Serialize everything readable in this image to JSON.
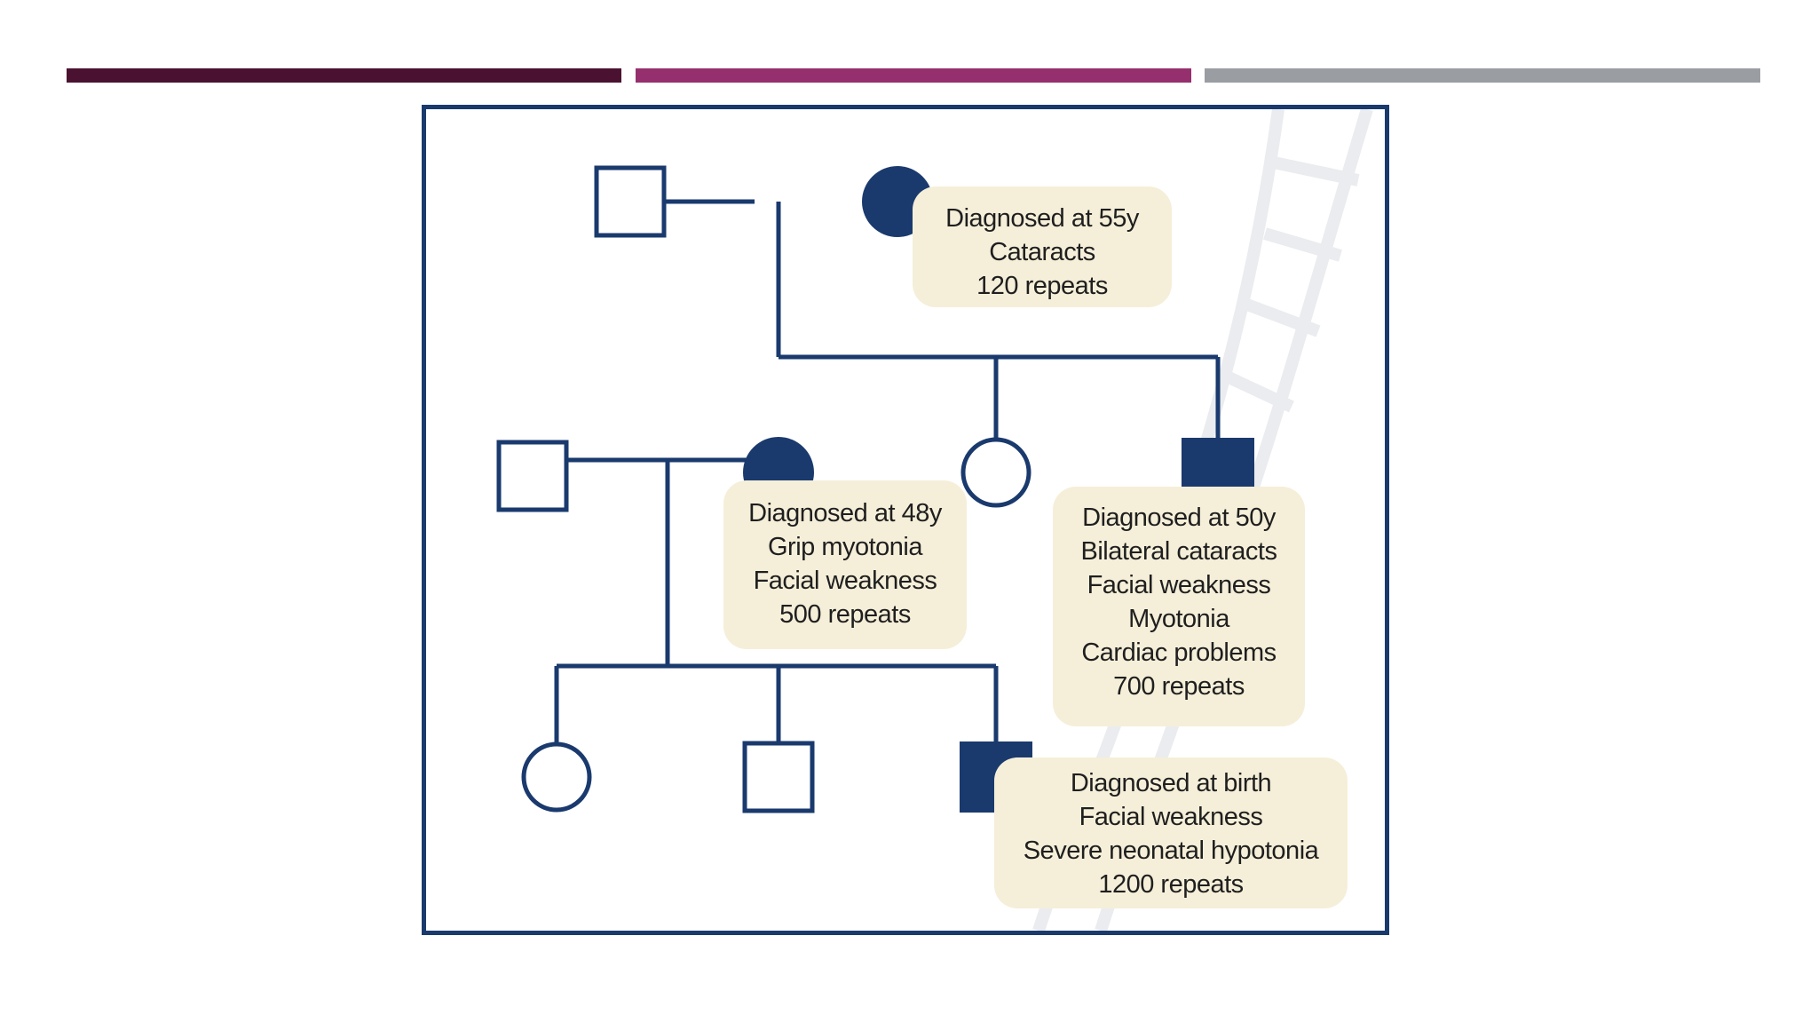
{
  "colors": {
    "bar_1": "#4a1230",
    "bar_2": "#962f6d",
    "bar_3": "#9a9ea3",
    "pedigree_blue": "#1a3a6e",
    "note_background": "#f5efd9"
  },
  "pedigree": {
    "generation_1": {
      "father": {
        "symbol": "square",
        "affected": false
      },
      "mother": {
        "symbol": "circle",
        "affected": true,
        "notes": [
          "Diagnosed at 55y",
          "Cataracts",
          "120 repeats"
        ]
      }
    },
    "generation_2": {
      "spouse": {
        "symbol": "square",
        "affected": false
      },
      "daughter": {
        "symbol": "circle",
        "affected": true,
        "notes": [
          "Diagnosed at 48y",
          "Grip myotonia",
          "Facial weakness",
          "500 repeats"
        ]
      },
      "sister": {
        "symbol": "circle",
        "affected": false
      },
      "son": {
        "symbol": "square",
        "affected": true,
        "notes": [
          "Diagnosed at 50y",
          "Bilateral cataracts",
          "Facial weakness",
          "Myotonia",
          "Cardiac problems",
          "700 repeats"
        ]
      }
    },
    "generation_3": {
      "girl": {
        "symbol": "circle",
        "affected": false
      },
      "boy": {
        "symbol": "square",
        "affected": false
      },
      "affected_boy": {
        "symbol": "square",
        "affected": true,
        "notes": [
          "Diagnosed at birth",
          "Facial weakness",
          "Severe neonatal hypotonia",
          "1200 repeats"
        ]
      }
    }
  }
}
